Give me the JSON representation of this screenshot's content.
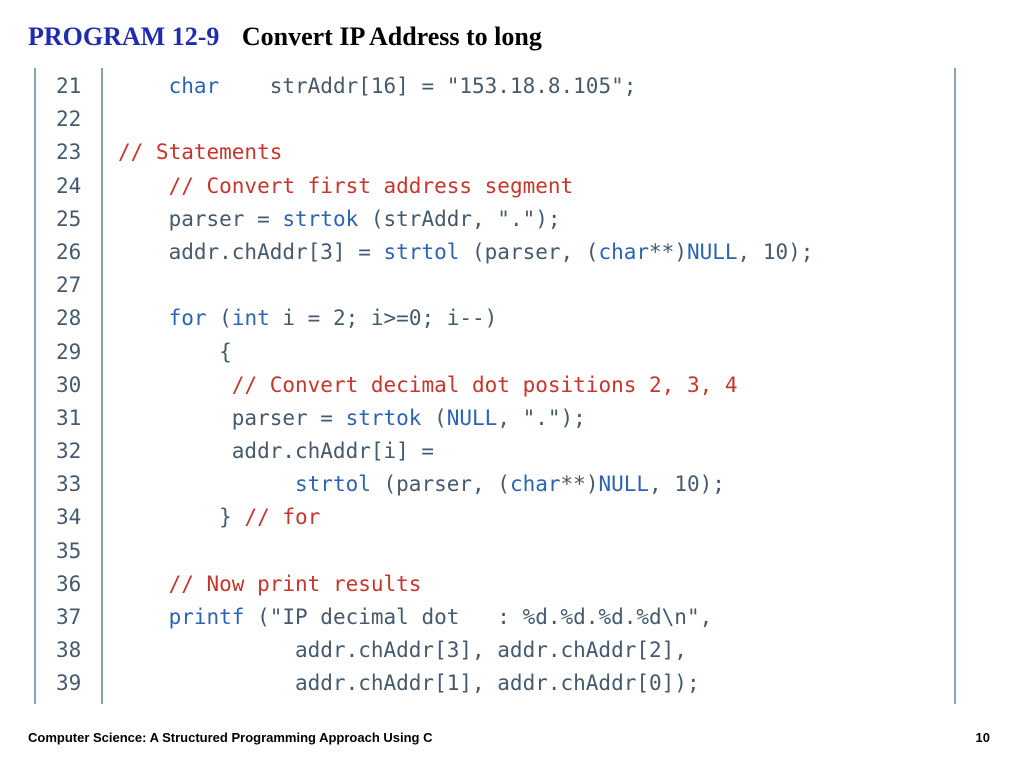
{
  "slide": {
    "program_label": "PROGRAM 12-9",
    "title": "Convert IP Address to long"
  },
  "colors": {
    "program_label": "#1f2bb0",
    "plain": "#455a6e",
    "keyword": "#2d63b5",
    "comment": "#c8352c",
    "frame": "#8aa0b0"
  },
  "code_lines": [
    {
      "number": "21",
      "tokens": [
        {
          "t": "    ",
          "k": "plain"
        },
        {
          "t": "char",
          "k": "kw"
        },
        {
          "t": "    strAddr[16] = \"153.18.8.105\";",
          "k": "plain"
        }
      ]
    },
    {
      "number": "22",
      "tokens": []
    },
    {
      "number": "23",
      "tokens": [
        {
          "t": "// Statements",
          "k": "cm"
        }
      ]
    },
    {
      "number": "24",
      "tokens": [
        {
          "t": "    ",
          "k": "plain"
        },
        {
          "t": "// Convert first address segment",
          "k": "cm"
        }
      ]
    },
    {
      "number": "25",
      "tokens": [
        {
          "t": "    parser = ",
          "k": "plain"
        },
        {
          "t": "strtok",
          "k": "kw"
        },
        {
          "t": " (strAddr, \".\");",
          "k": "plain"
        }
      ]
    },
    {
      "number": "26",
      "tokens": [
        {
          "t": "    addr.chAddr[3] = ",
          "k": "plain"
        },
        {
          "t": "strtol",
          "k": "kw"
        },
        {
          "t": " (parser, (",
          "k": "plain"
        },
        {
          "t": "char",
          "k": "kw"
        },
        {
          "t": "**)",
          "k": "plain"
        },
        {
          "t": "NULL",
          "k": "kw"
        },
        {
          "t": ", 10);",
          "k": "plain"
        }
      ]
    },
    {
      "number": "27",
      "tokens": []
    },
    {
      "number": "28",
      "tokens": [
        {
          "t": "    ",
          "k": "plain"
        },
        {
          "t": "for",
          "k": "kw"
        },
        {
          "t": " (",
          "k": "plain"
        },
        {
          "t": "int",
          "k": "kw"
        },
        {
          "t": " i = 2; i>=0; i--)",
          "k": "plain"
        }
      ]
    },
    {
      "number": "29",
      "tokens": [
        {
          "t": "        {",
          "k": "plain"
        }
      ]
    },
    {
      "number": "30",
      "tokens": [
        {
          "t": "         ",
          "k": "plain"
        },
        {
          "t": "// Convert decimal dot positions 2, 3, 4",
          "k": "cm"
        }
      ]
    },
    {
      "number": "31",
      "tokens": [
        {
          "t": "         parser = ",
          "k": "plain"
        },
        {
          "t": "strtok",
          "k": "kw"
        },
        {
          "t": " (",
          "k": "plain"
        },
        {
          "t": "NULL",
          "k": "kw"
        },
        {
          "t": ", \".\");",
          "k": "plain"
        }
      ]
    },
    {
      "number": "32",
      "tokens": [
        {
          "t": "         addr.chAddr[i] =",
          "k": "plain"
        }
      ]
    },
    {
      "number": "33",
      "tokens": [
        {
          "t": "              ",
          "k": "plain"
        },
        {
          "t": "strtol",
          "k": "kw"
        },
        {
          "t": " (parser, (",
          "k": "plain"
        },
        {
          "t": "char",
          "k": "kw"
        },
        {
          "t": "**)",
          "k": "plain"
        },
        {
          "t": "NULL",
          "k": "kw"
        },
        {
          "t": ", 10);",
          "k": "plain"
        }
      ]
    },
    {
      "number": "34",
      "tokens": [
        {
          "t": "        } ",
          "k": "plain"
        },
        {
          "t": "// for",
          "k": "cm"
        }
      ]
    },
    {
      "number": "35",
      "tokens": []
    },
    {
      "number": "36",
      "tokens": [
        {
          "t": "    ",
          "k": "plain"
        },
        {
          "t": "// Now print results",
          "k": "cm"
        }
      ]
    },
    {
      "number": "37",
      "tokens": [
        {
          "t": "    ",
          "k": "plain"
        },
        {
          "t": "printf",
          "k": "kw"
        },
        {
          "t": " (\"IP decimal dot   : %d.%d.%d.%d\\n\",",
          "k": "plain"
        }
      ]
    },
    {
      "number": "38",
      "tokens": [
        {
          "t": "              addr.chAddr[3], addr.chAddr[2],",
          "k": "plain"
        }
      ]
    },
    {
      "number": "39",
      "tokens": [
        {
          "t": "              addr.chAddr[1], addr.chAddr[0]);",
          "k": "plain"
        }
      ]
    }
  ],
  "footer": {
    "book_title": "Computer Science: A Structured Programming Approach Using C",
    "page_number": "10"
  }
}
